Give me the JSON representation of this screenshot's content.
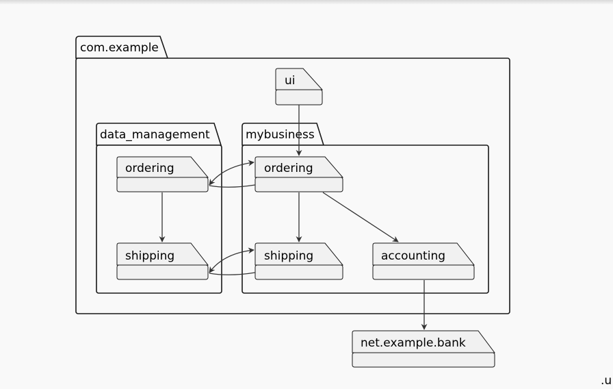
{
  "diagram": {
    "outer_package": "com.example",
    "packages": {
      "ui": "ui",
      "data_management": "data_management",
      "dm_ordering": "ordering",
      "dm_shipping": "shipping",
      "mybusiness": "mybusiness",
      "mb_ordering": "ordering",
      "mb_shipping": "shipping",
      "accounting": "accounting",
      "bank": "net.example.bank"
    }
  },
  "corner_text": ".u"
}
